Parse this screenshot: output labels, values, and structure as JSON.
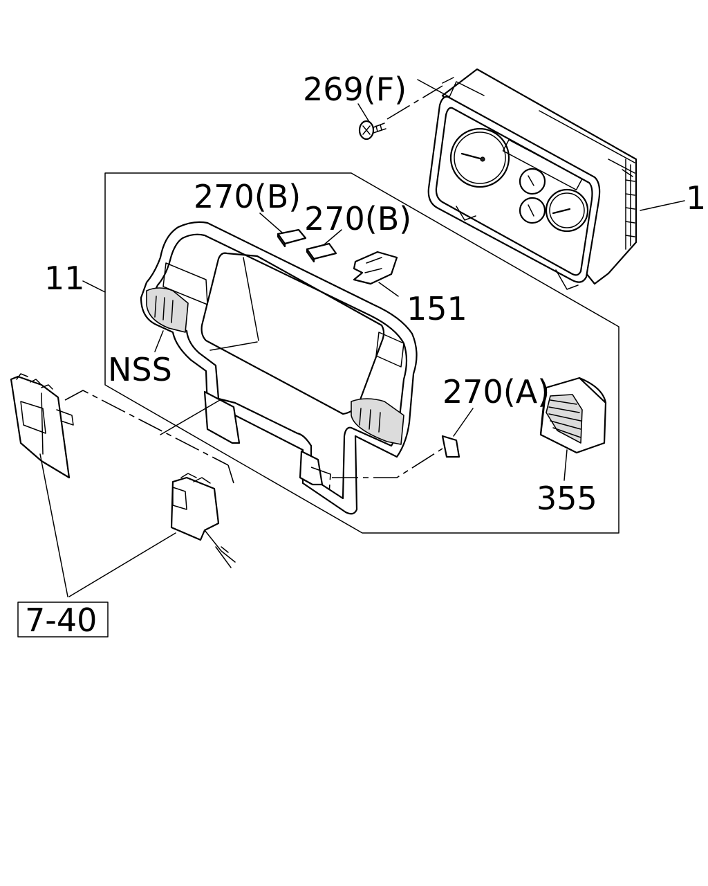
{
  "labels": {
    "screw": "269(F)",
    "cluster": "1",
    "panel_group": "11",
    "clip_upper_1": "270(B)",
    "clip_upper_2": "270(B)",
    "bracket": "151",
    "nss": "NSS",
    "clip_lower": "270(A)",
    "vent": "355",
    "ref_box": "7-40"
  }
}
